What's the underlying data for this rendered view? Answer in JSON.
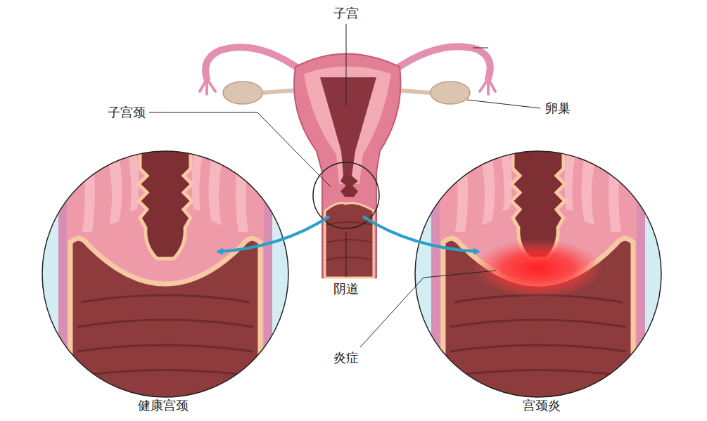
{
  "diagram": {
    "labels": [
      "子宫",
      "子宫颈",
      "卵巢",
      "阴道",
      "炎症",
      "健康宫颈",
      "宫颈炎"
    ]
  }
}
